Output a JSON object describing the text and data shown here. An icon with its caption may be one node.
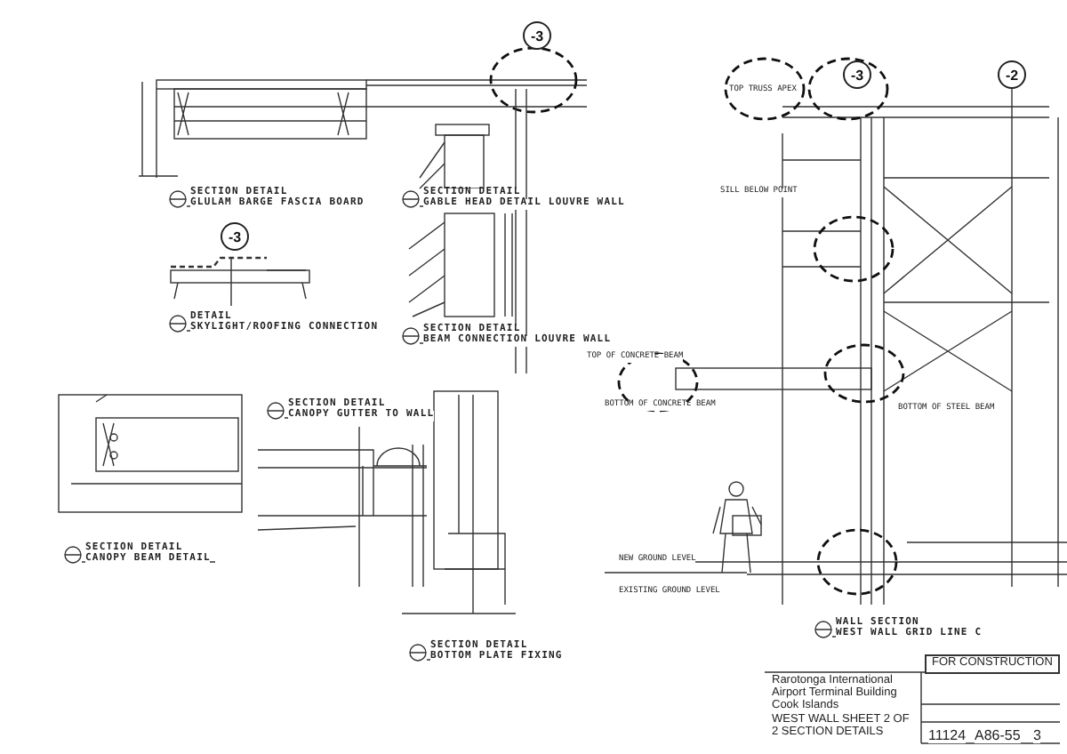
{
  "diagram": {
    "nodes": [
      {
        "text": [
          "-3"
        ]
      },
      {
        "text": [
          "-3"
        ]
      },
      {
        "text": [
          "-2"
        ]
      },
      {
        "text": [
          "-3"
        ]
      }
    ],
    "labels": [
      "SECTION DETAIL",
      "GLULAM BARGE FASCIA BOARD",
      "SECTION DETAIL",
      "GABLE HEAD DETAIL LOUVRE WALL",
      "TOP TRUSS APEX",
      "DETAIL",
      "SKYLIGHT/ROOFING CONNECTION",
      "SILL BELOW POINT",
      "SECTION DETAIL",
      "BEAM CONNECTION LOUVRE WALL",
      "TOP OF CONCRETE BEAM",
      "BOTTOM OF CONCRETE BEAM",
      "BOTTOM OF STEEL BEAM",
      "SECTION DETAIL",
      "CANOPY GUTTER TO WALL",
      "NEW GROUND LEVEL",
      "EXISTING GROUND LEVEL",
      "SECTION DETAIL",
      "CANOPY BEAM DETAIL",
      "WALL SECTION",
      "WEST WALL GRID LINE C",
      "SECTION DETAIL",
      "BOTTOM PLATE FIXING",
      "FOR CONSTRUCTION",
      "Rarotonga International Airport Terminal Building Cook Islands",
      "WEST WALL SHEET 2 OF 2 SECTION DETAILS",
      "11124",
      "A86-55",
      "3"
    ]
  }
}
